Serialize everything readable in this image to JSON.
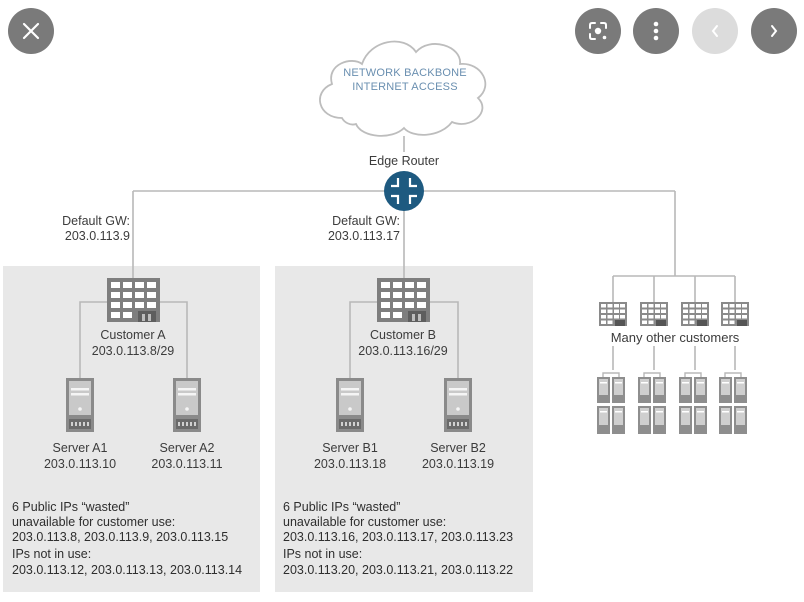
{
  "viewer": {
    "close_button": {
      "icon": "close-icon",
      "label": "Close"
    },
    "lens_button": {
      "icon": "lens-icon",
      "label": "Visual search"
    },
    "more_button": {
      "icon": "more-vertical-icon",
      "label": "More options"
    },
    "prev_button": {
      "icon": "chevron-left-icon",
      "label": "Previous",
      "enabled": false
    },
    "next_button": {
      "icon": "chevron-right-icon",
      "label": "Next",
      "enabled": true
    }
  },
  "diagram": {
    "cloud": {
      "line1": "NETWORK BACKBONE",
      "line2": "INTERNET ACCESS"
    },
    "edge_router": {
      "label": "Edge Router"
    },
    "colors": {
      "router": "#1e5a80",
      "panel": "#e8e8e8",
      "line": "#b8b8b8",
      "cloud_text": "#6a8fb0"
    },
    "customer_a": {
      "gw_label": "Default GW:",
      "gw_ip": "203.0.113.9",
      "name": "Customer A",
      "subnet": "203.0.113.8/29",
      "servers": [
        {
          "name": "Server A1",
          "ip": "203.0.113.10"
        },
        {
          "name": "Server A2",
          "ip": "203.0.113.11"
        }
      ],
      "wasted_title": "6 Public IPs “wasted”",
      "wasted_sub": "unavailable for customer use:",
      "wasted_ips": "203.0.113.8, 203.0.113.9, 203.0.113.15",
      "unused_title": "IPs not in use:",
      "unused_ips": "203.0.113.12, 203.0.113.13, 203.0.113.14"
    },
    "customer_b": {
      "gw_label": "Default GW:",
      "gw_ip": "203.0.113.17",
      "name": "Customer B",
      "subnet": "203.0.113.16/29",
      "servers": [
        {
          "name": "Server B1",
          "ip": "203.0.113.18"
        },
        {
          "name": "Server B2",
          "ip": "203.0.113.19"
        }
      ],
      "wasted_title": "6 Public IPs “wasted”",
      "wasted_sub": "unavailable for customer use:",
      "wasted_ips": "203.0.113.16, 203.0.113.17, 203.0.113.23",
      "unused_title": "IPs not in use:",
      "unused_ips": "203.0.113.20, 203.0.113.21, 203.0.113.22"
    },
    "others": {
      "label": "Many other customers",
      "count": 4
    }
  }
}
